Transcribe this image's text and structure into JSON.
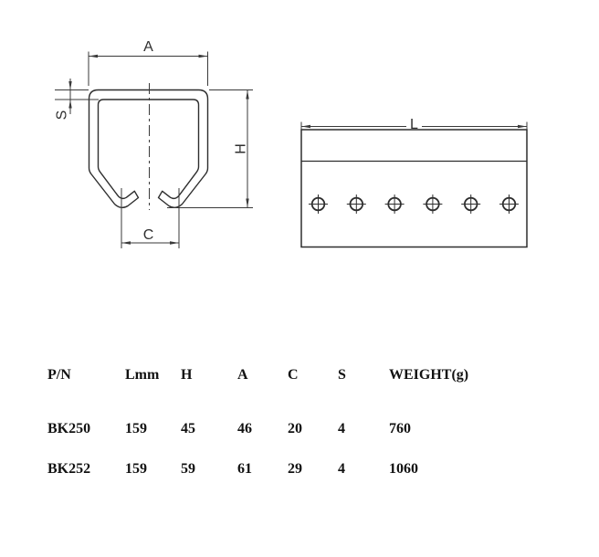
{
  "cross_section": {
    "label_a": "A",
    "label_s": "S",
    "label_h": "H",
    "label_c": "C"
  },
  "side_view": {
    "label_l": "L",
    "hole_count": 6
  },
  "table": {
    "headers": [
      "P/N",
      "Lmm",
      "H",
      "A",
      "C",
      "S",
      "WEIGHT(g)"
    ],
    "rows": [
      [
        "BK250",
        "159",
        "45",
        "46",
        "20",
        "4",
        "760"
      ],
      [
        "BK252",
        "159",
        "59",
        "61",
        "29",
        "4",
        "1060"
      ]
    ]
  },
  "colors": {
    "line": "#3a3a3a",
    "profile_line": "#2e2e2e",
    "dim_text": "#2f2f2f",
    "table_text": "#121212",
    "background": "#ffffff"
  }
}
